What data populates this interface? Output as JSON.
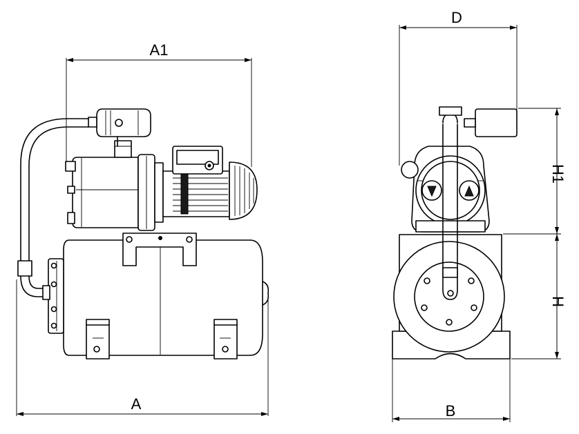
{
  "dimensions": {
    "A": "A",
    "A1": "A1",
    "B": "B",
    "D": "D",
    "H": "H",
    "H1": "H1"
  }
}
